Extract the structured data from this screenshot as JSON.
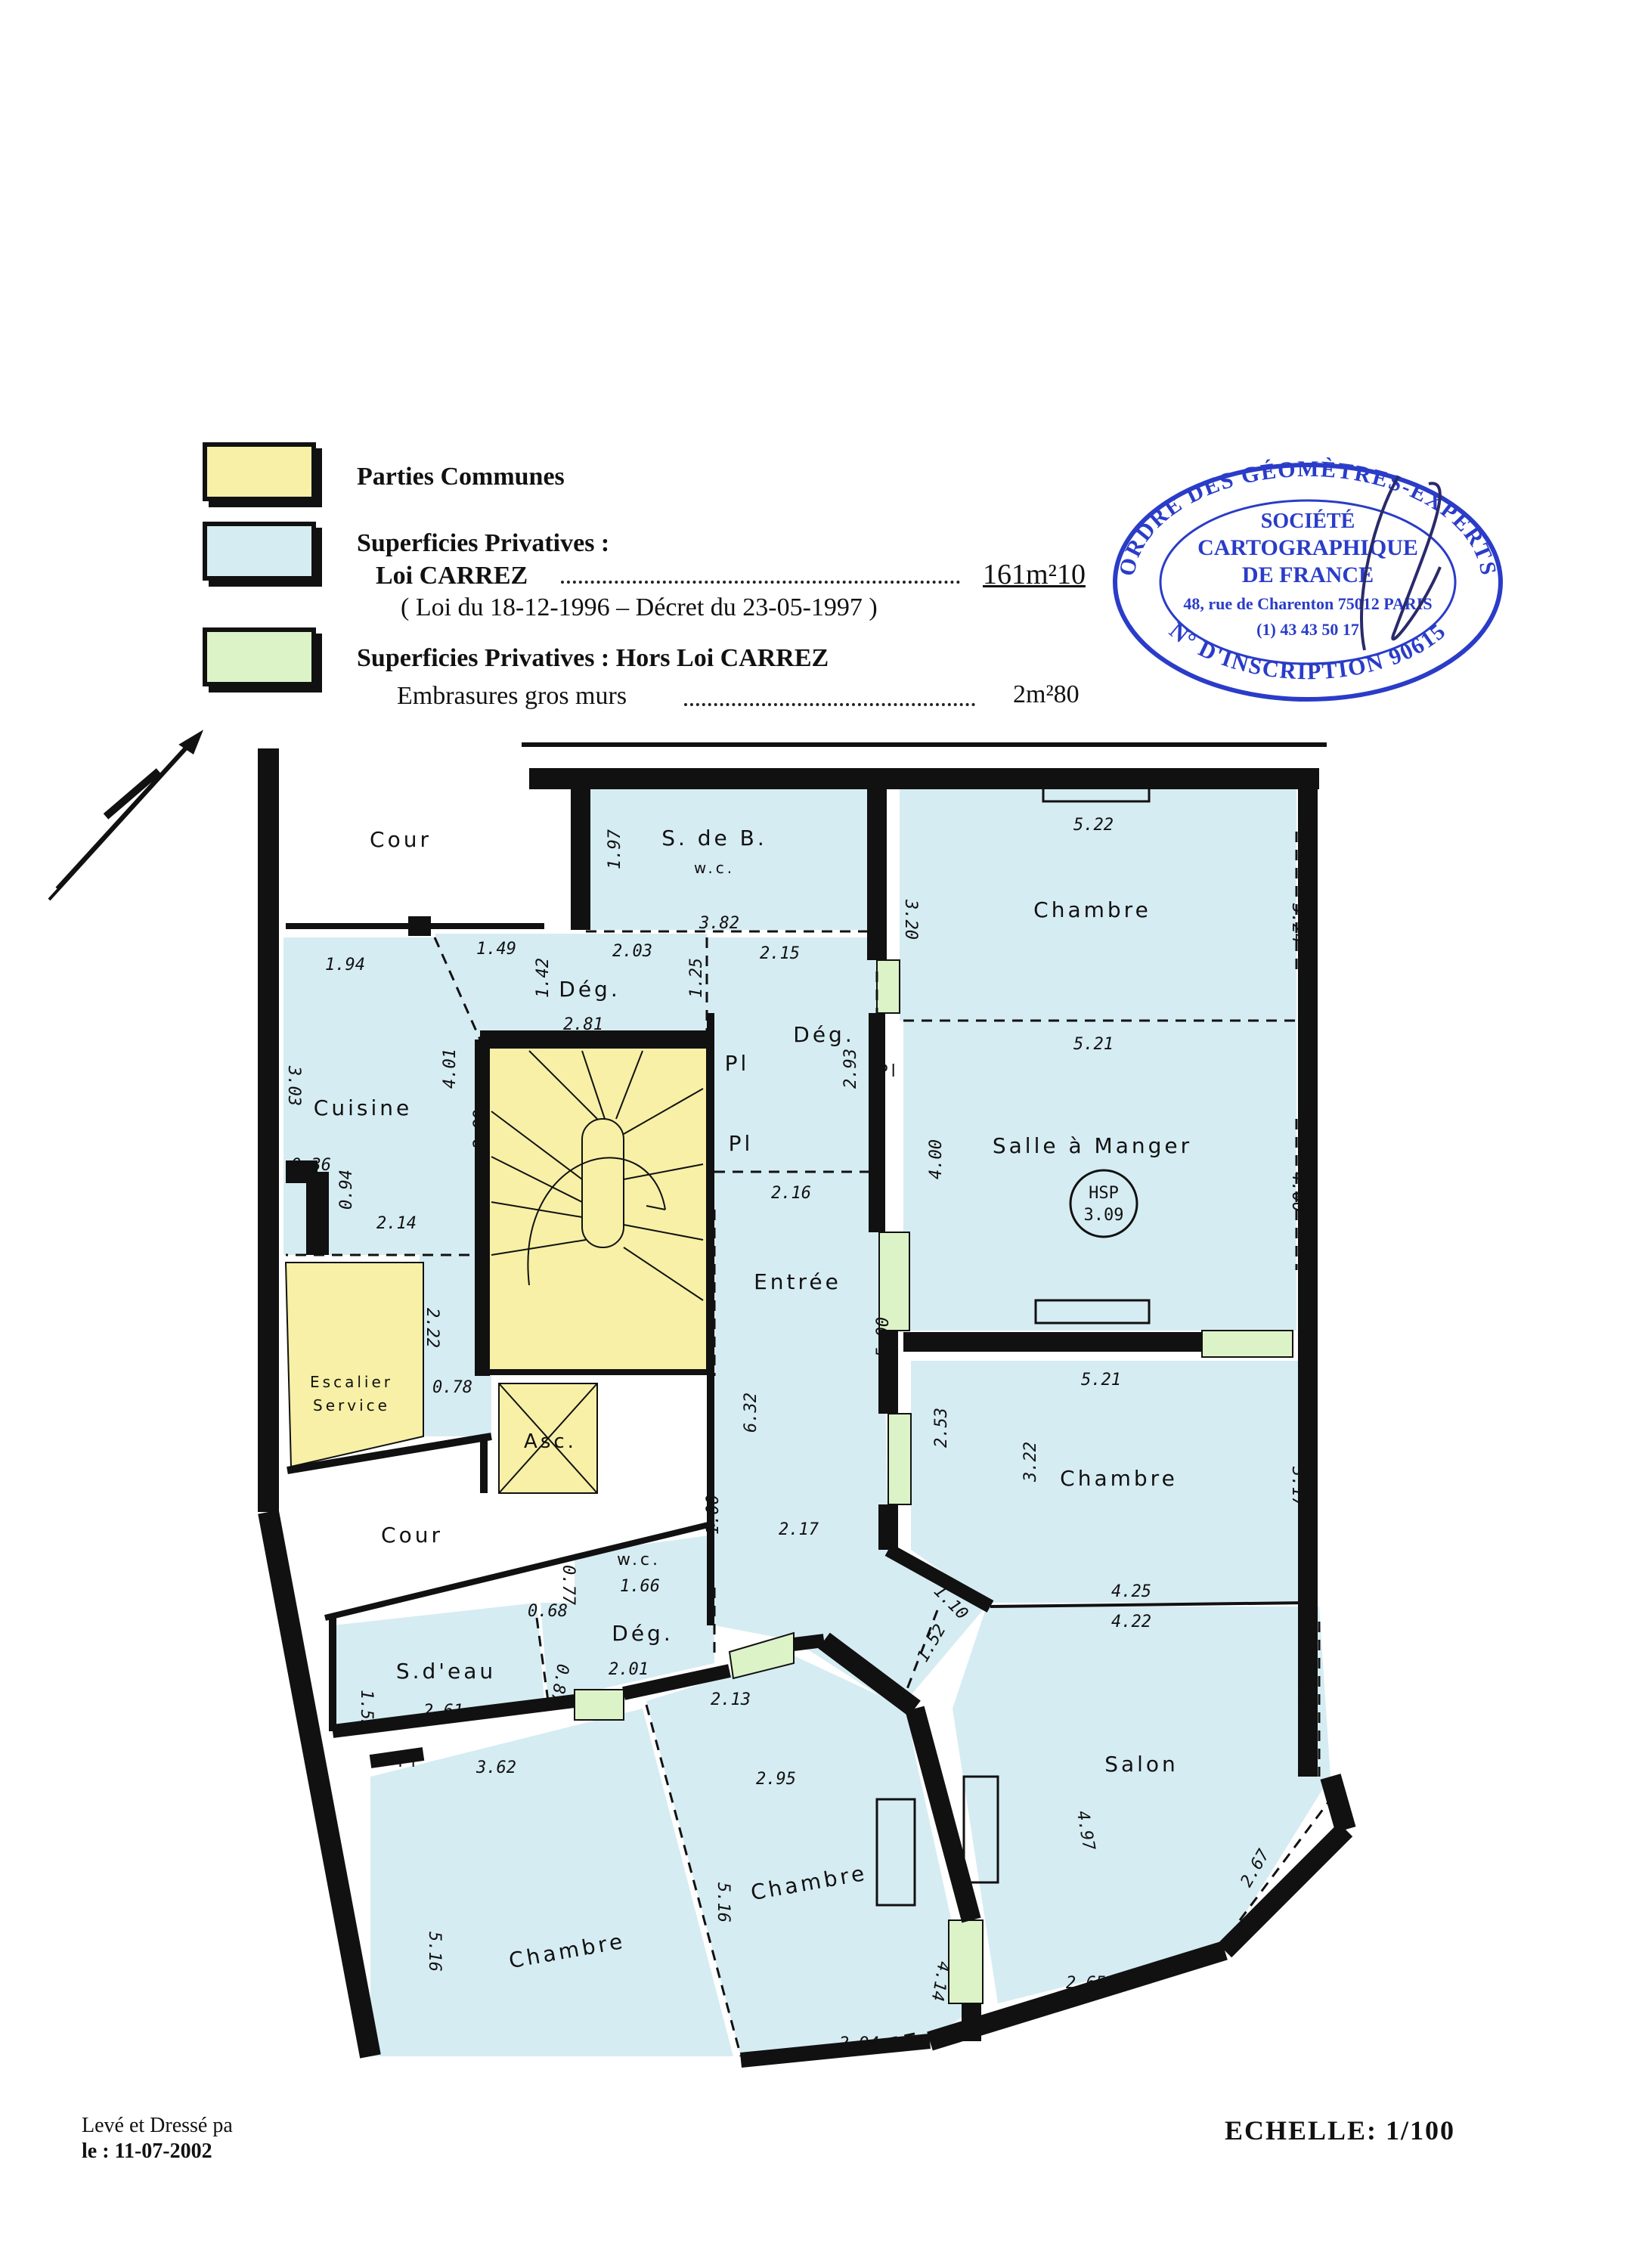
{
  "legend": {
    "common_parts": "Parties Communes",
    "private_title": "Superficies Privatives :",
    "loi_carrez": "Loi CARREZ",
    "loi_carrez_value": "161m²10",
    "loi_ref": "( Loi du 18-12-1996 – Décret du 23-05-1997 )",
    "private_hors": "Superficies Privatives : Hors Loi CARREZ",
    "embrasures": "Embrasures gros murs",
    "embrasures_value": "2m²80"
  },
  "stamp": {
    "ring_top": "ORDRE DES GÉOMÈTRES-EXPERTS",
    "ring_bottom": "N° D'INSCRIPTION 90615",
    "line1": "SOCIÉTÉ",
    "line2": "CARTOGRAPHIQUE",
    "line3": "DE FRANCE",
    "line4": "48, rue de Charenton 75012 PARIS",
    "line5": "(1) 43 43 50 17"
  },
  "rooms": {
    "cour_top": "Cour",
    "sdb": "S. de B.",
    "sdb_wc": "w.c.",
    "chambre_ne": "Chambre",
    "deg_top": "Dég.",
    "deg_mid": "Dég.",
    "pl1": "Pl",
    "pl2": "Pl",
    "pl_col": "Pl",
    "cuisine": "Cuisine",
    "salle_manger": "Salle à Manger",
    "hsp_label": "HSP",
    "hsp_value": "3.09",
    "entree": "Entrée",
    "escalier_1": "Escalier",
    "escalier_2": "Service",
    "asc": "Asc.",
    "chambre_e": "Chambre",
    "cour_mid": "Cour",
    "wc": "w.c.",
    "sdeau": "S.d'eau",
    "deg_low": "Dég.",
    "pl_low": "Pl",
    "salon": "Salon",
    "chambre_sw": "Chambre",
    "chambre_s": "Chambre"
  },
  "dims": {
    "d197": "1.97",
    "d382": "3.82",
    "d320": "3.20",
    "d522": "5.22",
    "d324": "3.24",
    "d194": "1.94",
    "d149": "1.49",
    "d203": "2.03",
    "d215": "2.15",
    "d142": "1.42",
    "d125": "1.25",
    "d281": "2.81",
    "d303": "3.03",
    "d401": "4.01",
    "d289": "2.89",
    "d036": "0.36",
    "d094": "0.94",
    "d214": "2.14",
    "d293": "2.93",
    "d521a": "5.21",
    "d400a": "4.00",
    "d400b": "4.00",
    "d216": "2.16",
    "d222": "2.22",
    "d078": "0.78",
    "d632": "6.32",
    "d500": "5.00",
    "d521b": "5.21",
    "d253": "2.53",
    "d322": "3.22",
    "d317": "3.17",
    "d217": "2.17",
    "d100": "1.00",
    "d077": "0.77",
    "d166": "1.66",
    "d110": "1.10",
    "d425": "4.25",
    "d422": "4.22",
    "d068": "0.68",
    "d087": "0.87",
    "d201": "2.01",
    "d152": "1.52",
    "d155": "1.55",
    "d261a": "2.61",
    "d213": "2.13",
    "d261b": "2.61",
    "d362": "3.62",
    "d295": "2.95",
    "d497": "4.97",
    "d267": "2.67",
    "d516a": "5.16",
    "d516b": "5.16",
    "d414": "4.14",
    "d265": "2.65",
    "d294": "2.94"
  },
  "footer": {
    "leve": "Levé et Dressé pa",
    "date": "le : 11-07-2002",
    "scale": "ECHELLE: 1/100"
  },
  "colors": {
    "common": "#f7f0a6",
    "private": "#d6ecf3",
    "hors_carrez": "#dcf3c8",
    "wall": "#111111",
    "stamp": "#2a3cc8"
  }
}
